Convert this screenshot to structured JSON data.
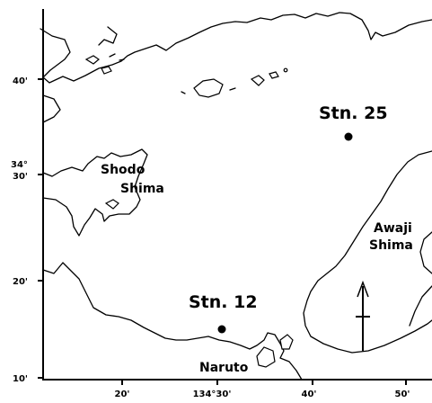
{
  "latitude_labels": {
    "lat40": "40'",
    "lat34": "34°",
    "lat30": "30'",
    "lat20": "20'",
    "lat10": "10'"
  },
  "longitude_labels": {
    "lon20": "20'",
    "lon134_30": "134°30'",
    "lon40": "40'",
    "lon50": "50'"
  },
  "places": {
    "shodo_line1": "Shodo",
    "shodo_line2": "Shima",
    "awaji_line1": "Awaji",
    "awaji_line2": "Shima",
    "naruto": "Naruto"
  },
  "stations": {
    "stn25": "Stn. 25",
    "stn12": "Stn. 12"
  },
  "icons": {
    "north_arrow": "north-arrow-icon",
    "station_marker": "filled-circle"
  }
}
